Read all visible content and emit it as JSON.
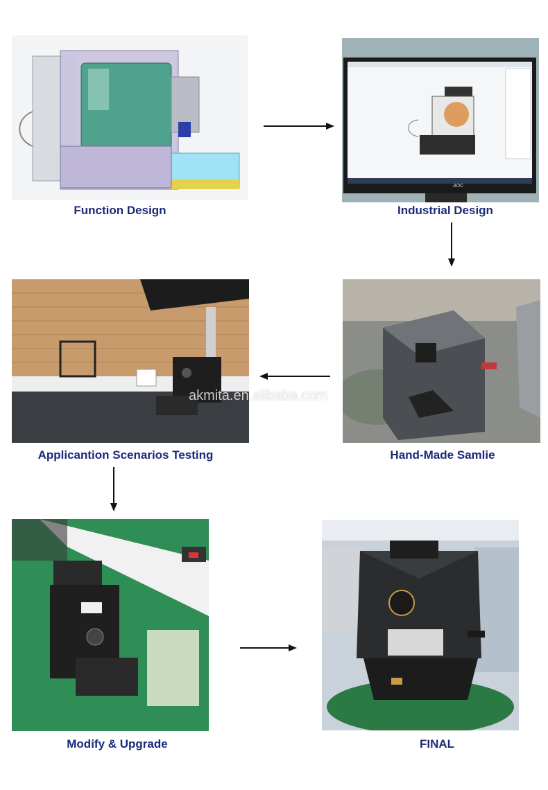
{
  "steps": {
    "function_design": "Function Design",
    "industrial_design": "Industrial Design",
    "hand_made_sample": "Hand-Made Samlie",
    "application_testing": "Applicantion Scenarios Testing",
    "modify_upgrade": "Modify & Upgrade",
    "final": "FINAL"
  },
  "monitor_brand": "AOC",
  "watermark": "akmita.en.alibaba.com",
  "colors": {
    "caption": "#1a2a7a",
    "arrow": "#111111"
  }
}
